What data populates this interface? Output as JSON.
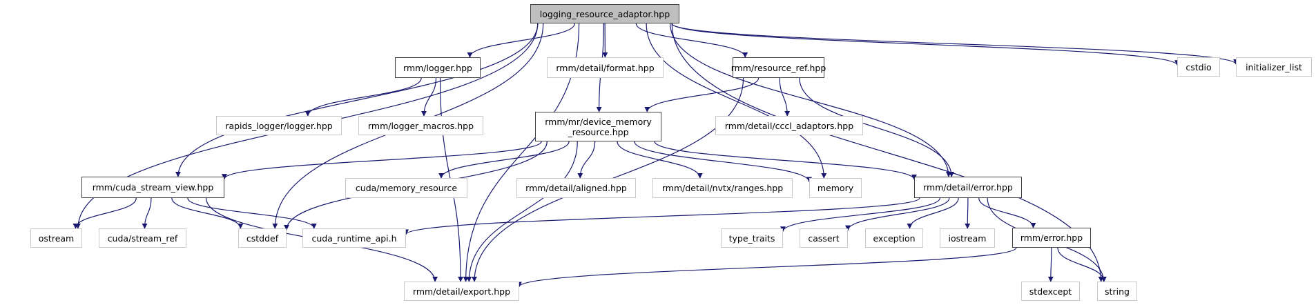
{
  "title": "logging_resource_adaptor.hpp include dependency graph",
  "colors": {
    "edge": "#191970",
    "root_fill": "#bfbfbf",
    "local_border": "#404040",
    "external_border": "#c8c8c8"
  },
  "nodes": [
    {
      "id": "root",
      "label": "logging_resource_adaptor.hpp",
      "kind": "root"
    },
    {
      "id": "logger",
      "label": "rmm/logger.hpp",
      "kind": "local"
    },
    {
      "id": "format",
      "label": "rmm/detail/format.hpp",
      "kind": "external"
    },
    {
      "id": "resource_ref",
      "label": "rmm/resource_ref.hpp",
      "kind": "local"
    },
    {
      "id": "cstdio",
      "label": "cstdio",
      "kind": "external"
    },
    {
      "id": "initializer_list",
      "label": "initializer_list",
      "kind": "external"
    },
    {
      "id": "rapids_logger",
      "label": "rapids_logger/logger.hpp",
      "kind": "external"
    },
    {
      "id": "logger_macros",
      "label": "rmm/logger_macros.hpp",
      "kind": "external"
    },
    {
      "id": "dmr",
      "label": "rmm/mr/device_memory\n_resource.hpp",
      "kind": "local"
    },
    {
      "id": "cccl",
      "label": "rmm/detail/cccl_adaptors.hpp",
      "kind": "external"
    },
    {
      "id": "csv",
      "label": "rmm/cuda_stream_view.hpp",
      "kind": "local"
    },
    {
      "id": "cuda_mr",
      "label": "cuda/memory_resource",
      "kind": "external"
    },
    {
      "id": "aligned",
      "label": "rmm/detail/aligned.hpp",
      "kind": "external"
    },
    {
      "id": "nvtx",
      "label": "rmm/detail/nvtx/ranges.hpp",
      "kind": "external"
    },
    {
      "id": "memory",
      "label": "memory",
      "kind": "external"
    },
    {
      "id": "derror",
      "label": "rmm/detail/error.hpp",
      "kind": "local"
    },
    {
      "id": "ostream",
      "label": "ostream",
      "kind": "external"
    },
    {
      "id": "stream_ref",
      "label": "cuda/stream_ref",
      "kind": "external"
    },
    {
      "id": "cstddef",
      "label": "cstddef",
      "kind": "external"
    },
    {
      "id": "cuda_rt",
      "label": "cuda_runtime_api.h",
      "kind": "external"
    },
    {
      "id": "type_traits",
      "label": "type_traits",
      "kind": "external"
    },
    {
      "id": "cassert",
      "label": "cassert",
      "kind": "external"
    },
    {
      "id": "exception",
      "label": "exception",
      "kind": "external"
    },
    {
      "id": "iostream",
      "label": "iostream",
      "kind": "external"
    },
    {
      "id": "error",
      "label": "rmm/error.hpp",
      "kind": "local"
    },
    {
      "id": "export",
      "label": "rmm/detail/export.hpp",
      "kind": "external"
    },
    {
      "id": "stdexcept",
      "label": "stdexcept",
      "kind": "external"
    },
    {
      "id": "string",
      "label": "string",
      "kind": "external"
    }
  ],
  "edges": [
    [
      "root",
      "logger"
    ],
    [
      "root",
      "format"
    ],
    [
      "root",
      "resource_ref"
    ],
    [
      "root",
      "cstdio"
    ],
    [
      "root",
      "initializer_list"
    ],
    [
      "root",
      "dmr"
    ],
    [
      "root",
      "csv"
    ],
    [
      "root",
      "memory"
    ],
    [
      "root",
      "derror"
    ],
    [
      "root",
      "ostream"
    ],
    [
      "root",
      "cstddef"
    ],
    [
      "root",
      "export"
    ],
    [
      "root",
      "string"
    ],
    [
      "logger",
      "rapids_logger"
    ],
    [
      "logger",
      "logger_macros"
    ],
    [
      "logger",
      "export"
    ],
    [
      "resource_ref",
      "dmr"
    ],
    [
      "resource_ref",
      "cccl"
    ],
    [
      "resource_ref",
      "derror"
    ],
    [
      "resource_ref",
      "export"
    ],
    [
      "dmr",
      "csv"
    ],
    [
      "dmr",
      "cuda_mr"
    ],
    [
      "dmr",
      "aligned"
    ],
    [
      "dmr",
      "nvtx"
    ],
    [
      "dmr",
      "memory"
    ],
    [
      "dmr",
      "derror"
    ],
    [
      "dmr",
      "cstddef"
    ],
    [
      "dmr",
      "export"
    ],
    [
      "csv",
      "ostream"
    ],
    [
      "csv",
      "stream_ref"
    ],
    [
      "csv",
      "cstddef"
    ],
    [
      "csv",
      "cuda_rt"
    ],
    [
      "csv",
      "export"
    ],
    [
      "derror",
      "cuda_rt"
    ],
    [
      "derror",
      "type_traits"
    ],
    [
      "derror",
      "cassert"
    ],
    [
      "derror",
      "exception"
    ],
    [
      "derror",
      "iostream"
    ],
    [
      "derror",
      "error"
    ],
    [
      "derror",
      "string"
    ],
    [
      "error",
      "export"
    ],
    [
      "error",
      "stdexcept"
    ],
    [
      "error",
      "string"
    ]
  ]
}
